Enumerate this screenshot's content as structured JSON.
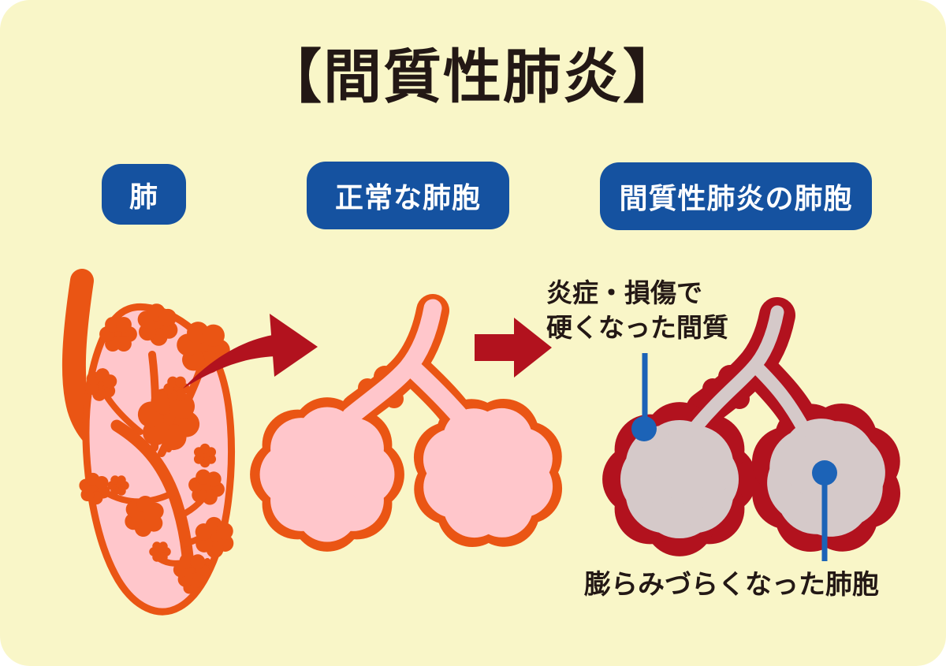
{
  "title": "【間質性肺炎】",
  "labels": {
    "lung": "肺",
    "normal_alveoli": "正常な肺胞",
    "diseased_alveoli": "間質性肺炎の肺胞"
  },
  "annotations": {
    "hardened_interstitium_line1": "炎症・損傷で",
    "hardened_interstitium_line2": "硬くなった間質",
    "stiff_alveoli": "膨らみづらくなった肺胞"
  },
  "icons": {
    "lung_illustration": "lung-diagram",
    "curved_arrow": "curved-arrow-right",
    "normal_alveoli_illustration": "normal-alveoli-diagram",
    "block_arrow": "block-arrow-right",
    "diseased_alveoli_illustration": "diseased-alveoli-diagram",
    "interstitium_callout": "callout-line-with-dot",
    "alveoli_callout": "callout-line-with-dot"
  },
  "colors": {
    "background_yellow": "#F9F6C8",
    "outer_white": "#FFFFFF",
    "label_blue": "#1552A0",
    "callout_blue": "#1C63B7",
    "orange": "#EA5514",
    "pink": "#FFC6CB",
    "dark_red": "#B2121E",
    "diseased_interior_gray": "#D5C9C9",
    "text_black": "#231815"
  }
}
